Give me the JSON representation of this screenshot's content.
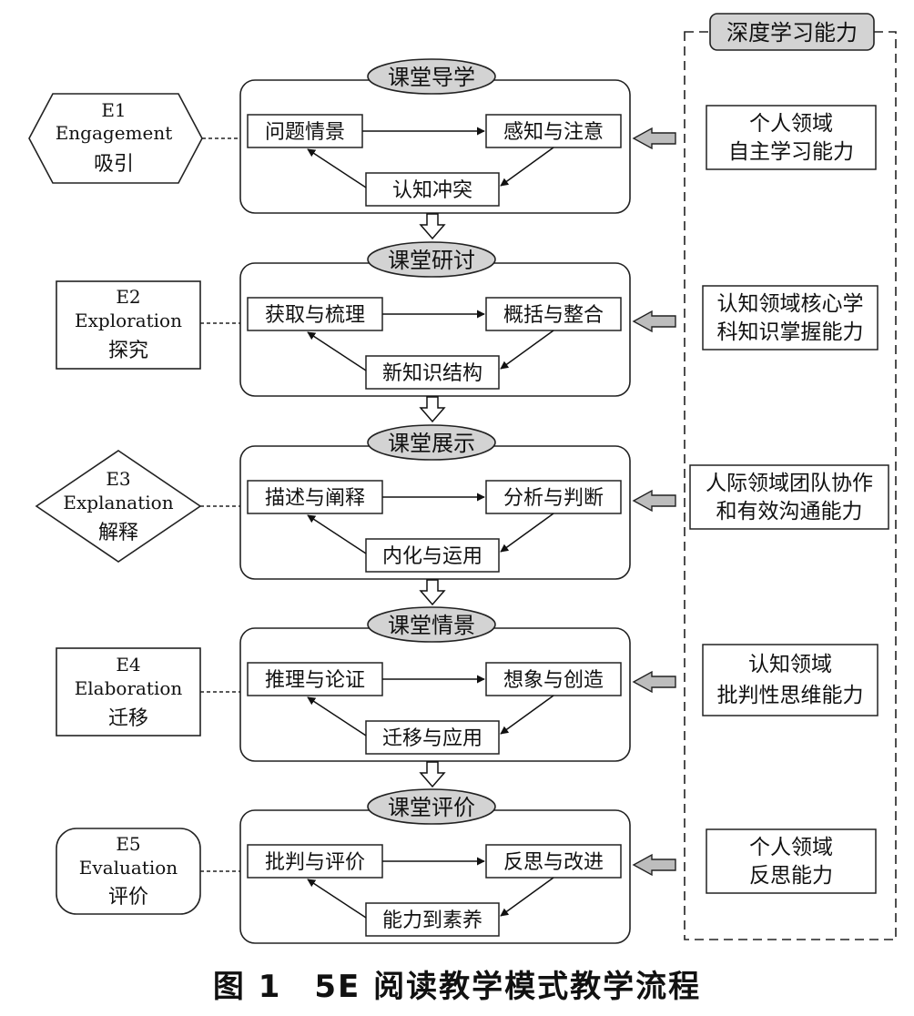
{
  "sidebar": {
    "title": "深度学习能力"
  },
  "stages": [
    {
      "stage": {
        "code": "E1",
        "english": "Engagement",
        "chinese": "吸引"
      },
      "phase": "课堂导学",
      "steps": {
        "a": "问题情景",
        "b": "感知与注意",
        "c": "认知冲突"
      },
      "ability": [
        "个人领域",
        "自主学习能力"
      ]
    },
    {
      "stage": {
        "code": "E2",
        "english": "Exploration",
        "chinese": "探究"
      },
      "phase": "课堂研讨",
      "steps": {
        "a": "获取与梳理",
        "b": "概括与整合",
        "c": "新知识结构"
      },
      "ability": [
        "认知领域核心学",
        "科知识掌握能力"
      ]
    },
    {
      "stage": {
        "code": "E3",
        "english": "Explanation",
        "chinese": "解释"
      },
      "phase": "课堂展示",
      "steps": {
        "a": "描述与阐释",
        "b": "分析与判断",
        "c": "内化与运用"
      },
      "ability": [
        "人际领域团队协作",
        "和有效沟通能力"
      ]
    },
    {
      "stage": {
        "code": "E4",
        "english": "Elaboration",
        "chinese": "迁移"
      },
      "phase": "课堂情景",
      "steps": {
        "a": "推理与论证",
        "b": "想象与创造",
        "c": "迁移与应用"
      },
      "ability": [
        "认知领域",
        "批判性思维能力"
      ]
    },
    {
      "stage": {
        "code": "E5",
        "english": "Evaluation",
        "chinese": "评价"
      },
      "phase": "课堂评价",
      "steps": {
        "a": "批判与评价",
        "b": "反思与改进",
        "c": "能力到素养"
      },
      "ability": [
        "个人领域",
        "反思能力"
      ]
    }
  ],
  "caption": "图 1　5E 阅读教学模式教学流程"
}
